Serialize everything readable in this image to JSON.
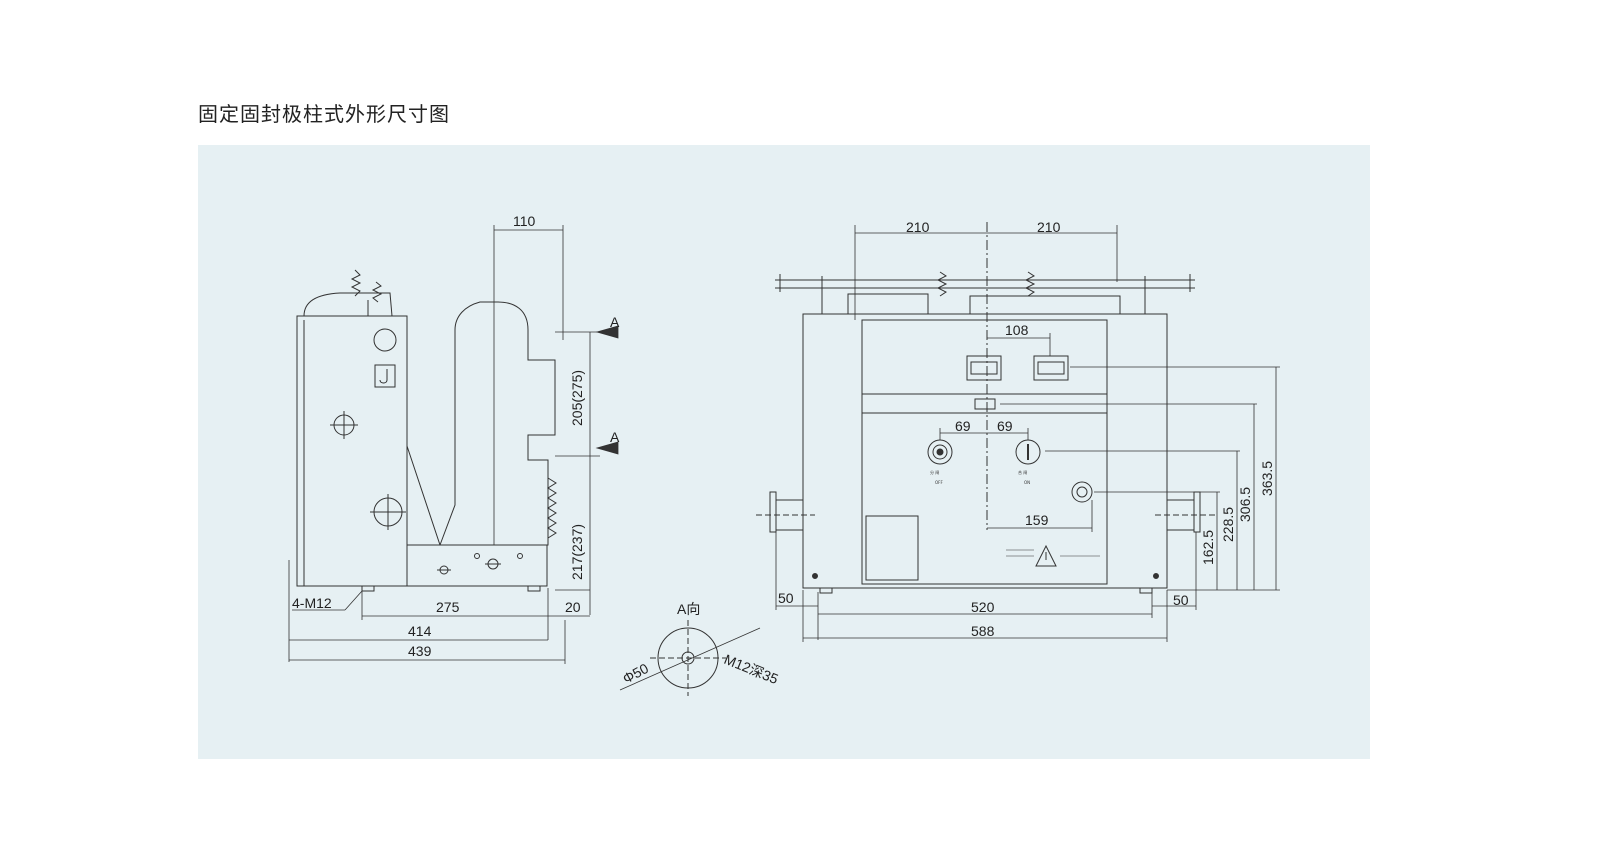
{
  "title": "固定固封极柱式外形尺寸图",
  "side_view": {
    "dims": {
      "top_width": "110",
      "upper_span": "205(275)",
      "lower_span": "217(237)",
      "base_span": "275",
      "offset": "20",
      "overall_1": "414",
      "overall_2": "439",
      "mount_holes": "4-M12",
      "section_mark_1": "A",
      "section_mark_2": "A"
    }
  },
  "detail_view": {
    "title": "A向",
    "diameter": "Φ50",
    "thread": "M12深35"
  },
  "front_view": {
    "dims": {
      "left_spacing": "210",
      "right_spacing": "210",
      "button_spacing": "108",
      "left_69": "69",
      "right_69": "69",
      "offset_159": "159",
      "h_162_5": "162.5",
      "h_228_5": "228.5",
      "h_306_5": "306.5",
      "h_363_5": "363.5",
      "left_margin": "50",
      "right_margin": "50",
      "inner_width": "520",
      "outer_width": "588"
    },
    "labels": {
      "off_label": "OFF",
      "on_label": "ON",
      "open_mark": "分 闸",
      "close_mark": "合 闸"
    }
  }
}
